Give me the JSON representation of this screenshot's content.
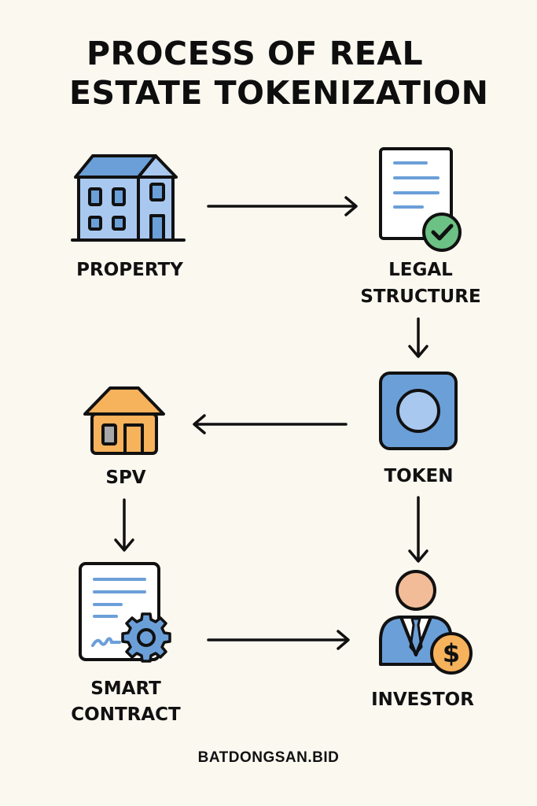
{
  "title": {
    "line1": "PROCESS OF REAL",
    "line2": "ESTATE TOKENIZATION"
  },
  "nodes": {
    "property": {
      "label": "PROPERTY",
      "icon": "house-building-icon"
    },
    "legal": {
      "label_line1": "LEGAL",
      "label_line2": "STRUCTURE",
      "icon": "document-check-icon"
    },
    "token": {
      "label": "TOKEN",
      "icon": "token-coin-icon"
    },
    "spv": {
      "label": "SPV",
      "icon": "small-house-icon"
    },
    "smart_contract": {
      "label_line1": "SMART",
      "label_line2": "CONTRACT",
      "icon": "contract-gear-icon"
    },
    "investor": {
      "label": "INVESTOR",
      "icon": "investor-dollar-icon"
    }
  },
  "flow": [
    {
      "from": "PROPERTY",
      "to": "LEGAL STRUCTURE"
    },
    {
      "from": "LEGAL STRUCTURE",
      "to": "TOKEN"
    },
    {
      "from": "TOKEN",
      "to": "SPV"
    },
    {
      "from": "SPV",
      "to": "SMART CONTRACT"
    },
    {
      "from": "TOKEN",
      "to": "INVESTOR"
    },
    {
      "from": "SMART CONTRACT",
      "to": "INVESTOR"
    }
  ],
  "footer": {
    "text": "BATDONGSAN.BID"
  },
  "colors": {
    "background": "#fbf8f0",
    "blue": "#6b9fd8",
    "light_blue": "#a9c8ef",
    "orange": "#f7b25c",
    "green": "#6cc184",
    "skin": "#f2bc98",
    "outline": "#111111"
  }
}
